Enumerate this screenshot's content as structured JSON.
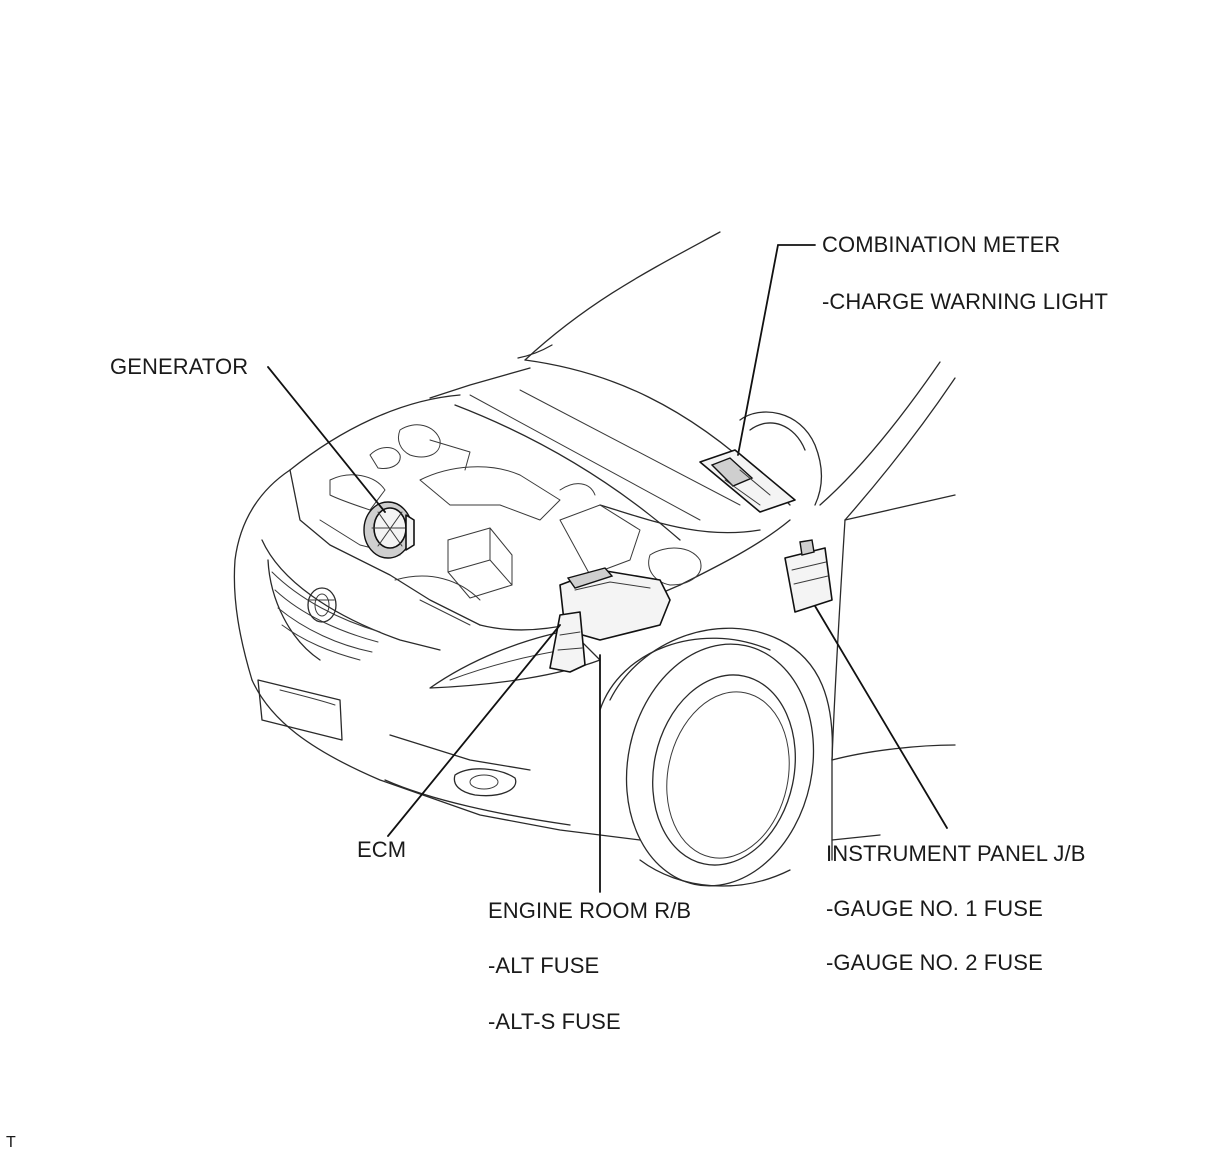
{
  "labels": {
    "combination_meter": "COMBINATION METER",
    "charge_warning_light": "-CHARGE WARNING LIGHT",
    "generator": "GENERATOR",
    "ecm": "ECM",
    "engine_room_rb": "ENGINE ROOM R/B",
    "alt_fuse": "-ALT FUSE",
    "alt_s_fuse": "-ALT-S FUSE",
    "instrument_panel_jb": "INSTRUMENT PANEL J/B",
    "gauge_no1_fuse": "-GAUGE NO. 1 FUSE",
    "gauge_no2_fuse": "-GAUGE NO. 2 FUSE"
  },
  "corner_mark": "T",
  "colors": {
    "line": "#2a2a2a",
    "leader": "#111111",
    "background": "#ffffff"
  }
}
